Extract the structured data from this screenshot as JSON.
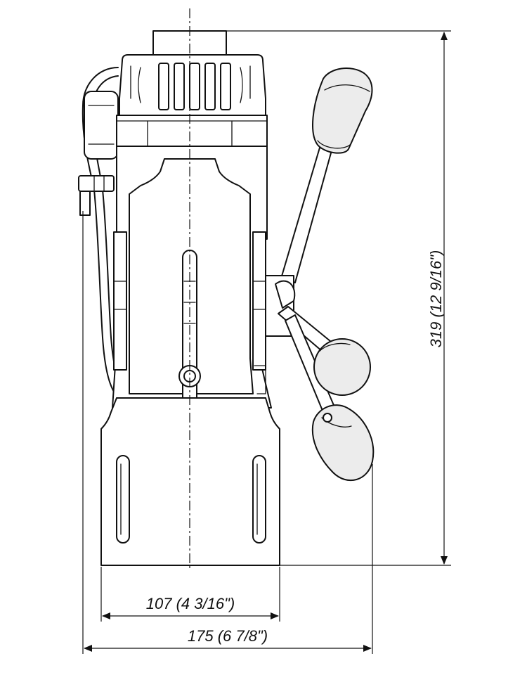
{
  "dimensions": {
    "height_label": "319  (12 9/16\")",
    "base_width_label": "107  (4 3/16\")",
    "overall_width_label": "175  (6 7/8\")"
  },
  "colors": {
    "line": "#111111",
    "background": "#ffffff",
    "handle_fill": "#ececec"
  }
}
